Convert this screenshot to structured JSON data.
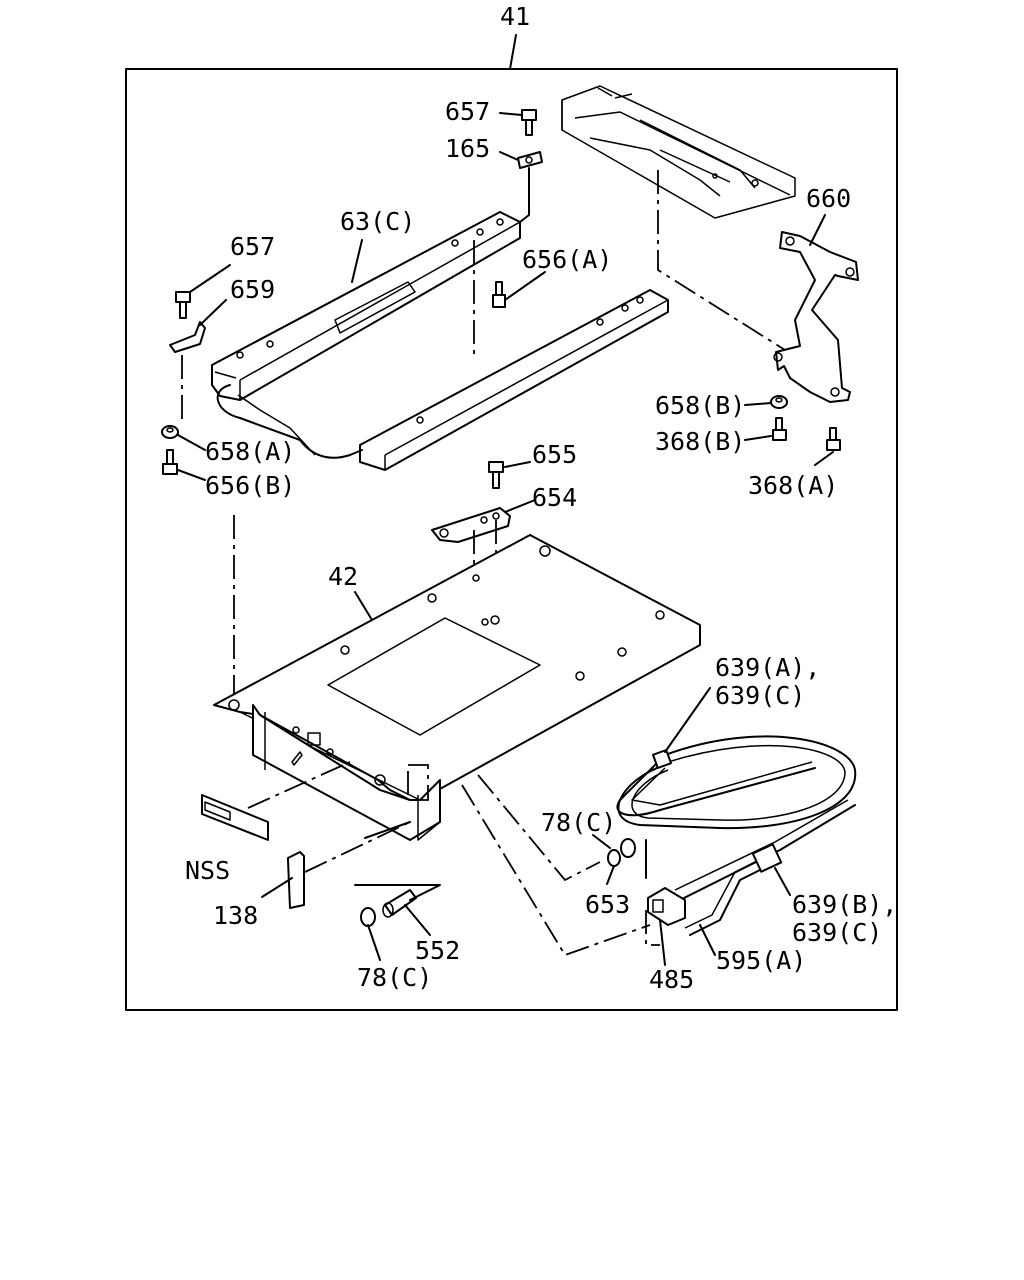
{
  "assembly_label": "41",
  "labels": {
    "p657_top": "657",
    "p165": "165",
    "p660": "660",
    "p63c": "63(C)",
    "p657_left": "657",
    "p656a": "656(A)",
    "p659": "659",
    "p658b": "658(B)",
    "p368b": "368(B)",
    "p368a": "368(A)",
    "p658a": "658(A)",
    "p656b": "656(B)",
    "p655": "655",
    "p654": "654",
    "p42": "42",
    "p639ac_1": "639(A),",
    "p639ac_2": "639(C)",
    "p78c_right": "78(C)",
    "p653": "653",
    "p639bc_1": "639(B),",
    "p639bc_2": "639(C)",
    "nss": "NSS",
    "p138": "138",
    "p552": "552",
    "p78c_left": "78(C)",
    "p595a": "595(A)",
    "p485": "485"
  }
}
